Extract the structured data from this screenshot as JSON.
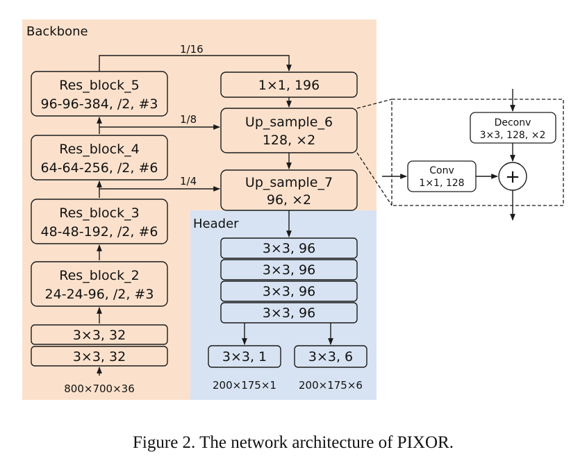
{
  "sections": {
    "backbone": "Backbone",
    "header": "Header"
  },
  "input": {
    "size": "800×700×36",
    "conv1": "3×3, 32",
    "conv2": "3×3, 32"
  },
  "res_blocks": [
    {
      "name": "Res_block_2",
      "spec": "24-24-96, /2, #3"
    },
    {
      "name": "Res_block_3",
      "spec": "48-48-192, /2, #6"
    },
    {
      "name": "Res_block_4",
      "spec": "64-64-256, /2, #6"
    },
    {
      "name": "Res_block_5",
      "spec": "96-96-384, /2, #3"
    }
  ],
  "top_conv": "1×1, 196",
  "up_sample_6": {
    "name": "Up_sample_6",
    "spec": "128, ×2"
  },
  "up_sample_7": {
    "name": "Up_sample_7",
    "spec": "96, ×2"
  },
  "scales": {
    "s16": "1/16",
    "s8": "1/8",
    "s4": "1/4"
  },
  "header_convs": [
    "3×3, 96",
    "3×3, 96",
    "3×3, 96",
    "3×3, 96"
  ],
  "outputs": [
    {
      "conv": "3×3, 1",
      "size": "200×175×1"
    },
    {
      "conv": "3×3, 6",
      "size": "200×175×6"
    }
  ],
  "detail": {
    "deconv_name": "Deconv",
    "deconv_spec": "3×3, 128, ×2",
    "conv_name": "Conv",
    "conv_spec": "1×1, 128",
    "plus": "+"
  },
  "caption": "Figure 2. The network architecture of PIXOR."
}
